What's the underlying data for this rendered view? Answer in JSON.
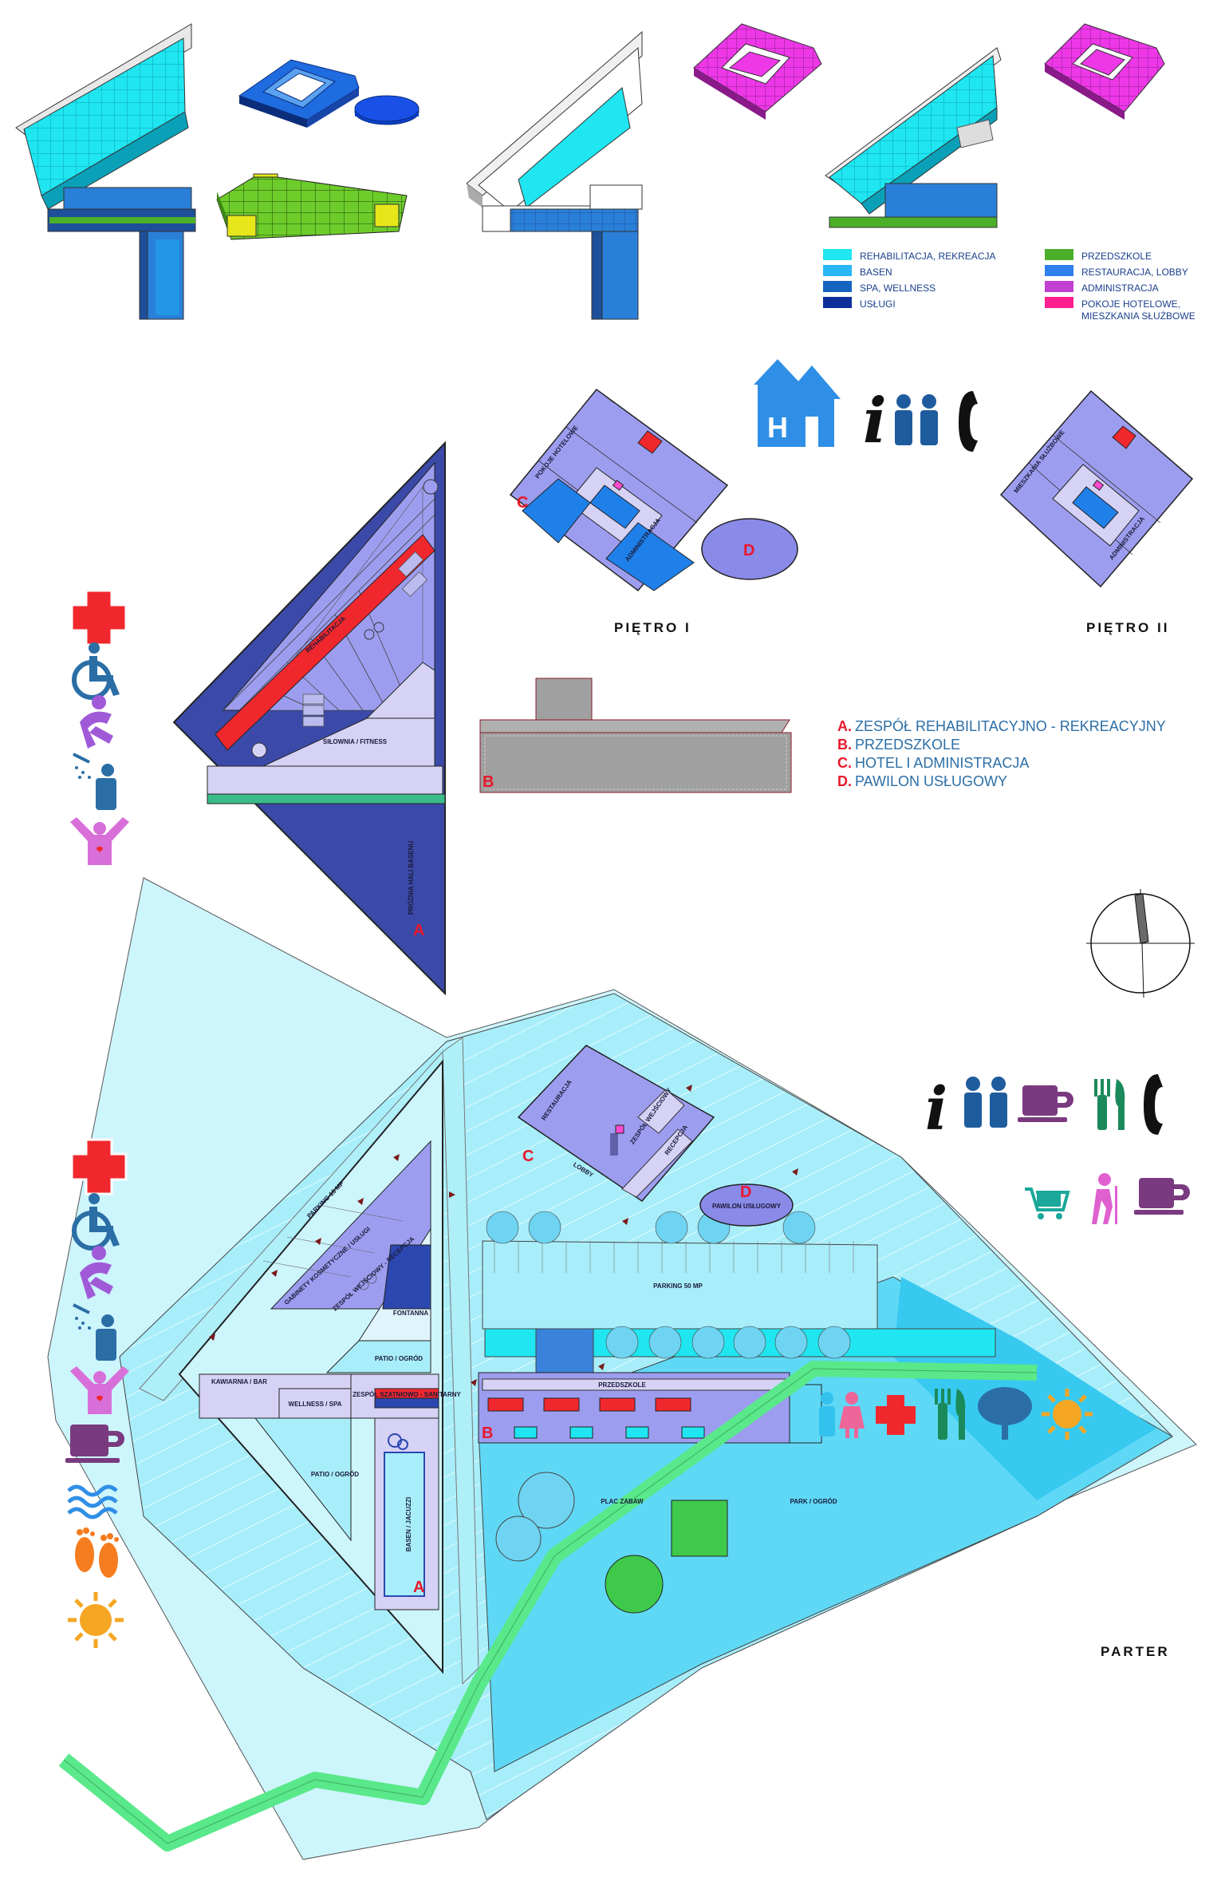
{
  "legend": {
    "items": [
      {
        "label": "REHABILITACJA, REKREACJA",
        "color": "#1fe6f0"
      },
      {
        "label": "BASEN",
        "color": "#29b6f6"
      },
      {
        "label": "SPA, WELLNESS",
        "color": "#1565c0"
      },
      {
        "label": "USŁUGI",
        "color": "#0d2f9a"
      },
      {
        "label": "PRZEDSZKOLE",
        "color": "#4caf2a"
      },
      {
        "label": "RESTAURACJA, LOBBY",
        "color": "#2f80ed"
      },
      {
        "label": "ADMINISTRACJA",
        "color": "#c040d0"
      },
      {
        "label": "POKOJE HOTELOWE,",
        "label2": "MIESZKANIA SŁUŻBOWE",
        "color": "#ff1f8e"
      }
    ]
  },
  "floors": {
    "floor1": "PIĘTRO I",
    "floor2": "PIĘTRO II",
    "ground": "PARTER"
  },
  "zones_key": [
    {
      "letter": "A.",
      "text": "ZESPÓŁ REHABILITACYJNO - REKREACYJNY"
    },
    {
      "letter": "B.",
      "text": "PRZEDSZKOLE"
    },
    {
      "letter": "C.",
      "text": "HOTEL I ADMINISTRACJA"
    },
    {
      "letter": "D.",
      "text": "PAWILON USŁUGOWY"
    }
  ],
  "zone_letters": {
    "a": "A",
    "b": "B",
    "c": "C",
    "d": "D"
  },
  "upper_plan_rooms": {
    "rehab": "REHABILITACJA",
    "gym": "SIŁOWNIA / FITNESS",
    "void": "PRÓŻNIA HALI BASENU",
    "rooms_a": "POKOJE HOTELOWE",
    "admin_a": "ADMINISTRACJA",
    "rooms_b": "MIESZKANIA SŁUŻBOWE",
    "admin_b": "ADMINISTRACJA"
  },
  "ground_plan_rooms": {
    "parking_left": "PARKING 15 MP",
    "parking_mid": "PARKING 50 MP",
    "beauty": "GABINETY KOSMETYCZNE / USŁUGI",
    "entrance": "ZESPÓŁ WEJŚCIOWY - RECEPCJA",
    "fountain": "FONTANNA",
    "patio1": "PATIO / OGRÓD",
    "patio2": "PATIO / OGRÓD",
    "cafe": "KAWIARNIA / BAR",
    "wellness": "WELLNESS / SPA",
    "sanitary": "ZESPÓŁ SZATNIOWO - SANITARNY",
    "pool": "BASEN / JACUZZI",
    "restaurant": "RESTAURACJA",
    "lobby": "LOBBY",
    "entrance2": "ZESPÓŁ WEJŚCIOWY",
    "reception": "RECEPCJA",
    "pavilion": "PAWILON USŁUGOWY",
    "kindergarten": "PRZEDSZKOLE",
    "playground": "PLAC ZABAW",
    "park": "PARK / OGRÓD"
  },
  "icons": {
    "hotel_letter": "H",
    "info_letter": "i",
    "names": [
      "hotel-icon",
      "home-icon",
      "info-icon",
      "people-icon",
      "phone-icon",
      "medical-cross-icon",
      "wheelchair-icon",
      "exercise-icon",
      "shower-icon",
      "fitness-person-icon",
      "coffee-cup-icon",
      "restaurant-icon",
      "shopping-cart-icon",
      "hiker-icon",
      "children-icon",
      "tree-icon",
      "sun-icon",
      "water-waves-icon",
      "footprints-icon",
      "compass-icon"
    ]
  },
  "colors": {
    "cyan": "#1fe6f0",
    "lightCyan": "#a8eefa",
    "paleCyan": "#cdf5fc",
    "lavender": "#9d9df0",
    "paleLavender": "#d6d2f5",
    "navy": "#3b4aa8",
    "red": "#f0282e",
    "green": "#59e88a",
    "magenta": "#ee38e8",
    "grey": "#a0a0a0"
  }
}
